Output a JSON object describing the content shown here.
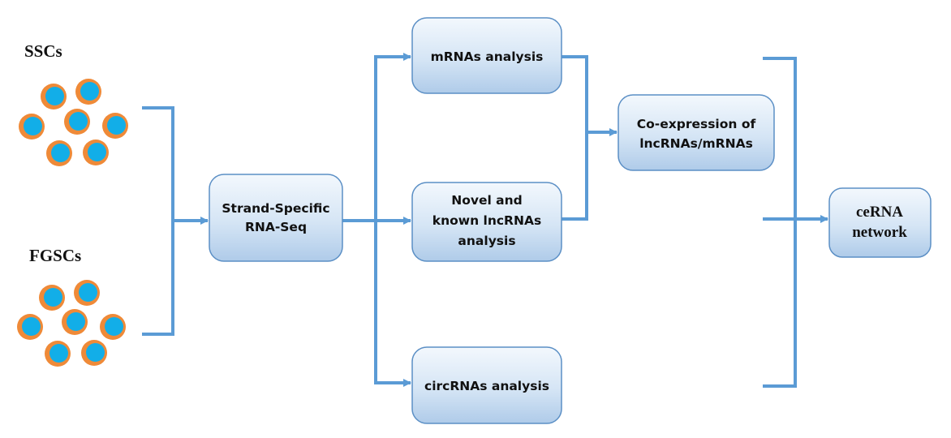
{
  "title": "Strand-specific RNA-Seq workflow",
  "colors": {
    "connector": "#5b9bd5",
    "box_top": "#f3f8fd",
    "box_bottom": "#afcbe9",
    "box_border": "#5b8fc5",
    "cell_outer": "#ef8a38",
    "cell_inner": "#12aee8"
  },
  "groups": [
    {
      "id": "ssc",
      "label": "SSCs",
      "cell_count": 7
    },
    {
      "id": "fgsc",
      "label": "FGSCs",
      "cell_count": 7
    }
  ],
  "nodes": {
    "seq": {
      "lines": [
        "Strand-Specific",
        "RNA-Seq"
      ]
    },
    "mrna": {
      "lines": [
        "mRNAs analysis"
      ]
    },
    "lnc": {
      "lines": [
        "Novel and",
        "known lncRNAs",
        "analysis"
      ]
    },
    "circ": {
      "lines": [
        "circRNAs analysis"
      ]
    },
    "coexp": {
      "lines": [
        "Co-expression of",
        "lncRNAs/mRNAs"
      ]
    },
    "cerna": {
      "lines": [
        "ceRNA",
        "network"
      ]
    }
  },
  "edges": [
    {
      "from": "ssc",
      "to": "seq"
    },
    {
      "from": "fgsc",
      "to": "seq"
    },
    {
      "from": "seq",
      "to": "mrna"
    },
    {
      "from": "seq",
      "to": "lnc"
    },
    {
      "from": "seq",
      "to": "circ"
    },
    {
      "from": "mrna",
      "to": "coexp"
    },
    {
      "from": "lnc",
      "to": "coexp"
    },
    {
      "from": "coexp",
      "to": "cerna"
    },
    {
      "from": "circ",
      "to": "cerna"
    }
  ]
}
